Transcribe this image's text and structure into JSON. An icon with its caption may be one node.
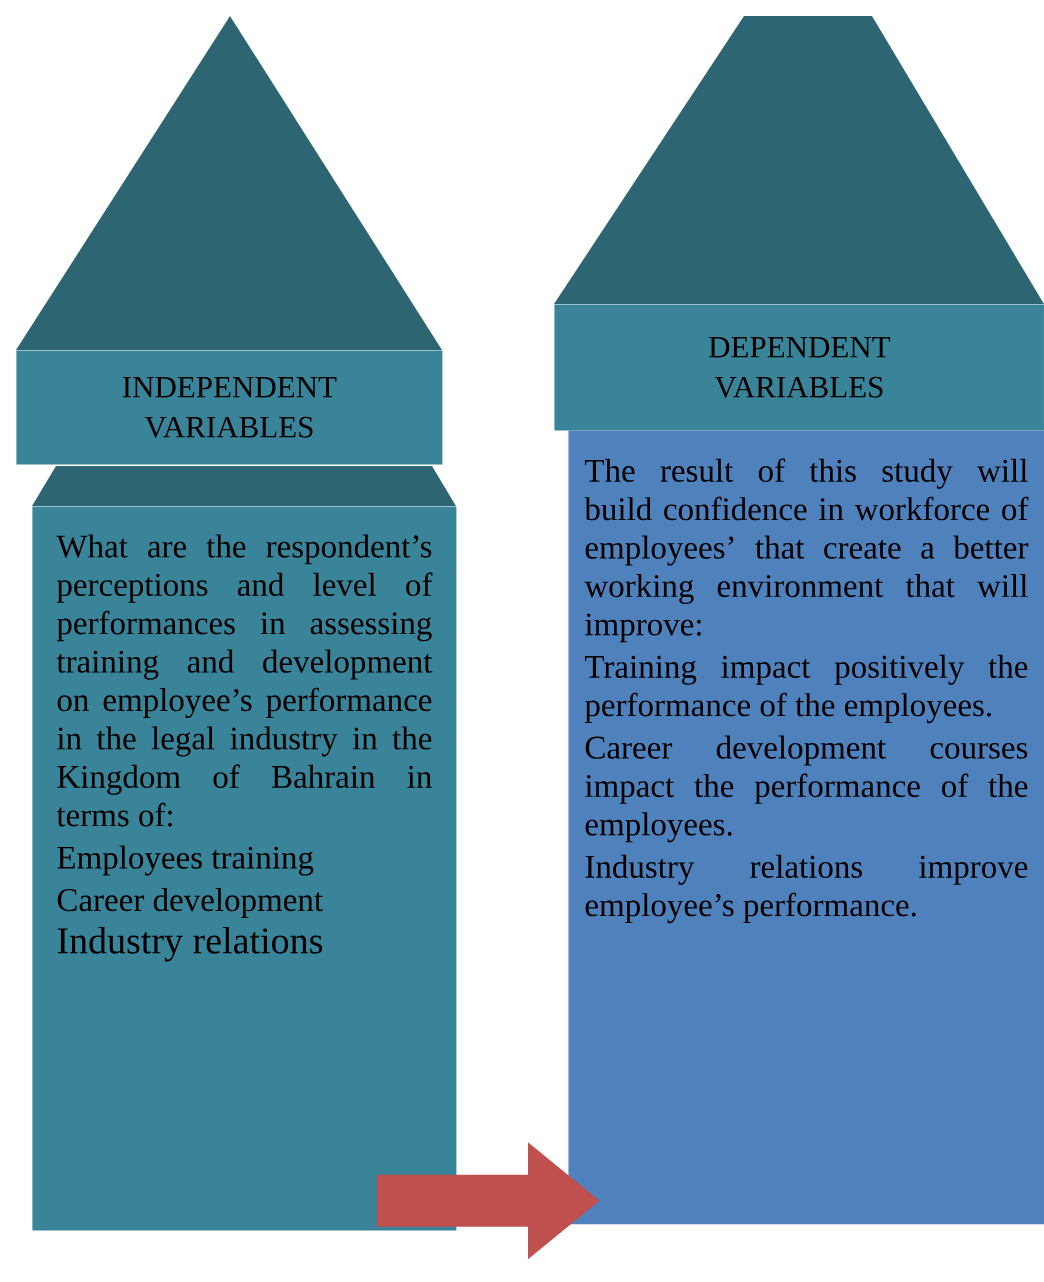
{
  "diagram": {
    "nodes": [
      {
        "text": [
          "INDEPENDENT VARIABLES"
        ]
      },
      {
        "text": [
          "What are the respondent’s perceptions and level of performances in assessing training and development on employee’s performance in the legal industry in the Kingdom of Bahrain in terms of:",
          "Employees training",
          "Career development",
          "Industry relations"
        ]
      },
      {
        "text": [
          "DEPENDENT VARIABLES"
        ]
      },
      {
        "text": [
          "The result of this study will build confidence in workforce of employees’ that create a better working environment that will improve:",
          "Training impact positively the performance of the employees.",
          "Career development courses impact the performance of the employees.",
          "Industry relations improve employee’s performance."
        ]
      }
    ],
    "edges": [
      {
        "from": 1,
        "to": 3,
        "arrow": "to",
        "color": "#c0504d"
      }
    ]
  }
}
